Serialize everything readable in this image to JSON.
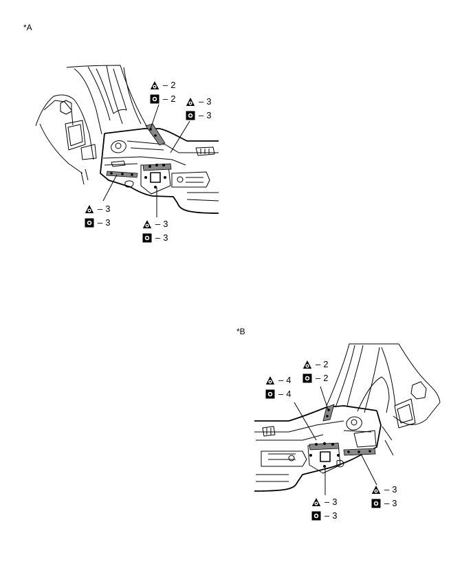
{
  "views": [
    {
      "label": "*A",
      "callouts": [
        {
          "id": "a1",
          "spot_count": "2",
          "rivet_count": "2"
        },
        {
          "id": "a2",
          "spot_count": "3",
          "rivet_count": "3"
        },
        {
          "id": "a3",
          "spot_count": "3",
          "rivet_count": "3"
        },
        {
          "id": "a4",
          "spot_count": "3",
          "rivet_count": "3"
        }
      ]
    },
    {
      "label": "*B",
      "callouts": [
        {
          "id": "b1",
          "spot_count": "2",
          "rivet_count": "2"
        },
        {
          "id": "b2",
          "spot_count": "4",
          "rivet_count": "4"
        },
        {
          "id": "b3",
          "spot_count": "3",
          "rivet_count": "3"
        },
        {
          "id": "b4",
          "spot_count": "3",
          "rivet_count": "3"
        }
      ]
    }
  ],
  "legend_symbols": [
    "weld-triangle-icon",
    "rivet-square-icon"
  ],
  "dash": "–"
}
